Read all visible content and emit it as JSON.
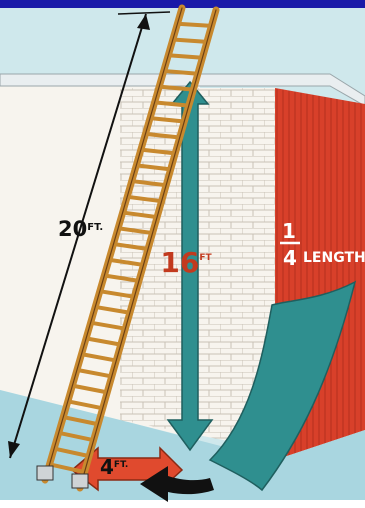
{
  "diagram": {
    "labels": {
      "ladder_length": "20",
      "ladder_unit": "FT.",
      "wall_height": "16",
      "wall_unit": "FT",
      "base_distance": "4",
      "base_unit": "FT.",
      "fraction_numerator": "1",
      "fraction_denominator": "4",
      "fraction_word": "LENGTH"
    },
    "colors": {
      "frame_blue": "#1a1aa8",
      "sky": "#cfe8ec",
      "wall_white": "#f7f4ee",
      "brick_line": "#c9c2b6",
      "red_wall": "#d8402a",
      "ground": "#a9d6e0",
      "teal_arrow": "#2f8f8f",
      "red_arrow": "#e04a2e",
      "ladder_wood": "#c8892e",
      "ladder_dark": "#6b3f14",
      "black_arrow": "#111111"
    },
    "icons": {
      "wall_height_arrow": "double-headed-arrow-vertical",
      "base_arrow": "double-headed-arrow-horizontal",
      "ladder_dimension_line": "dimension-line",
      "ratio_swoosh": "curved-arrow"
    }
  }
}
